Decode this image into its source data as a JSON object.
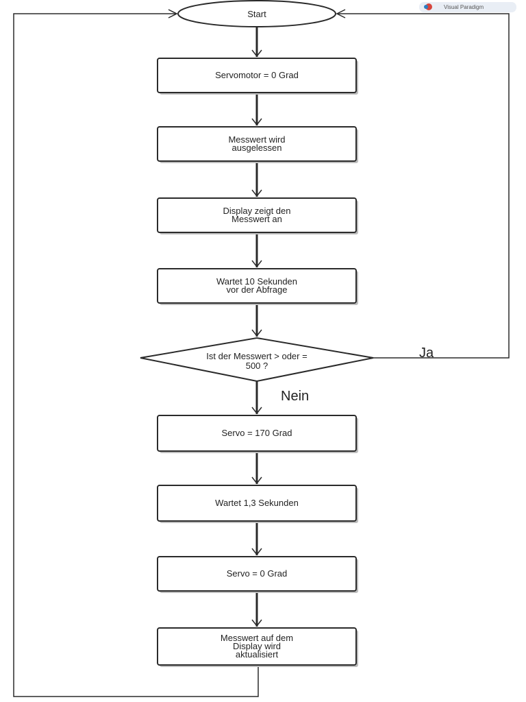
{
  "diagram": {
    "start": "Start",
    "steps": [
      [
        "Servomotor = 0 Grad"
      ],
      [
        "Messwert wird",
        "ausgelessen"
      ],
      [
        "Display zeigt den",
        "Messwert an"
      ],
      [
        "Wartet 10 Sekunden",
        "vor der Abfrage"
      ]
    ],
    "decision": [
      "Ist der Messwert > oder =",
      "500 ?"
    ],
    "label_yes": "Ja",
    "label_no": "Nein",
    "steps_after": [
      [
        "Servo = 170 Grad"
      ],
      [
        "Wartet 1,3 Sekunden"
      ],
      [
        "Servo = 0 Grad"
      ],
      [
        "Messwert auf dem",
        "Display wird",
        "aktualisiert"
      ]
    ]
  },
  "watermark": {
    "text": "Visual Paradigm",
    "icon": "visual-paradigm-logo-icon"
  },
  "colors": {
    "stroke": "#2a2a2a",
    "text": "#222222",
    "shadow": "#bdbdbd"
  }
}
